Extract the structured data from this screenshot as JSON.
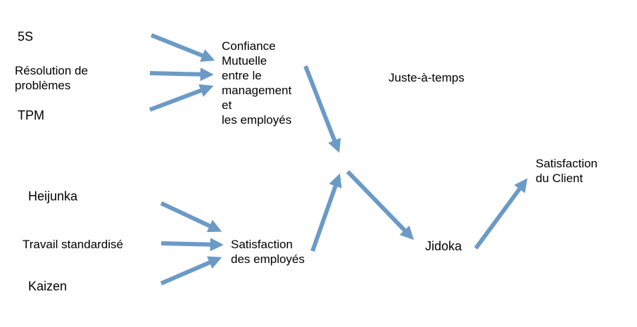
{
  "colors": {
    "arrow": "#6b9ac7",
    "text": "#000000",
    "background": "#ffffff"
  },
  "nodes": {
    "five_s": "5S",
    "resolution": "Résolution de\nproblèmes",
    "tpm": "TPM",
    "confiance": "Confiance\nMutuelle\nentre le\nmanagement\net\nles employés",
    "juste_a_temps": "Juste-à-temps",
    "heijunka": "Heijunka",
    "travail": "Travail standardisé",
    "kaizen": "Kaizen",
    "satisfaction_employes": "Satisfaction\ndes employés",
    "jidoka": "Jidoka",
    "satisfaction_client": "Satisfaction\ndu Client"
  }
}
